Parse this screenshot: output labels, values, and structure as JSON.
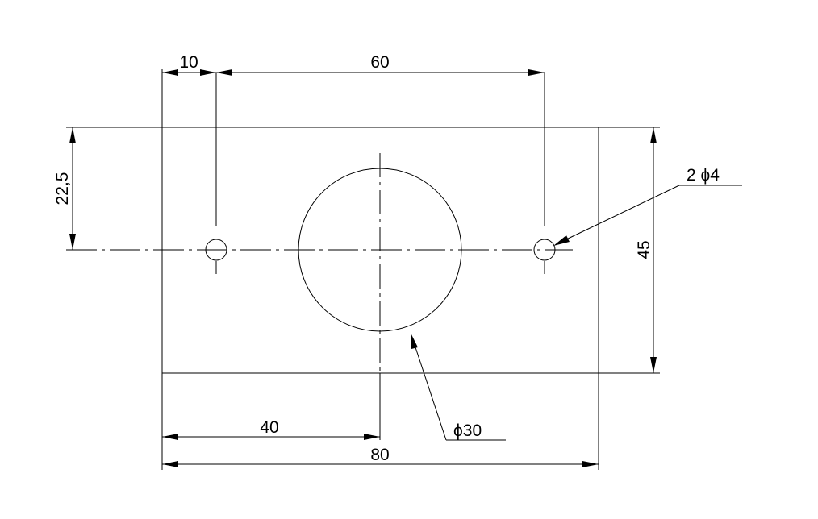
{
  "dimensions": {
    "hole_offset": "10",
    "hole_spacing": "60",
    "half_height": "22,5",
    "height": "45",
    "center_offset": "40",
    "width": "80"
  },
  "callouts": {
    "small_holes": "2 ϕ4",
    "big_hole": "ϕ30"
  },
  "colors": {
    "line": "#000000",
    "background": "#ffffff"
  }
}
